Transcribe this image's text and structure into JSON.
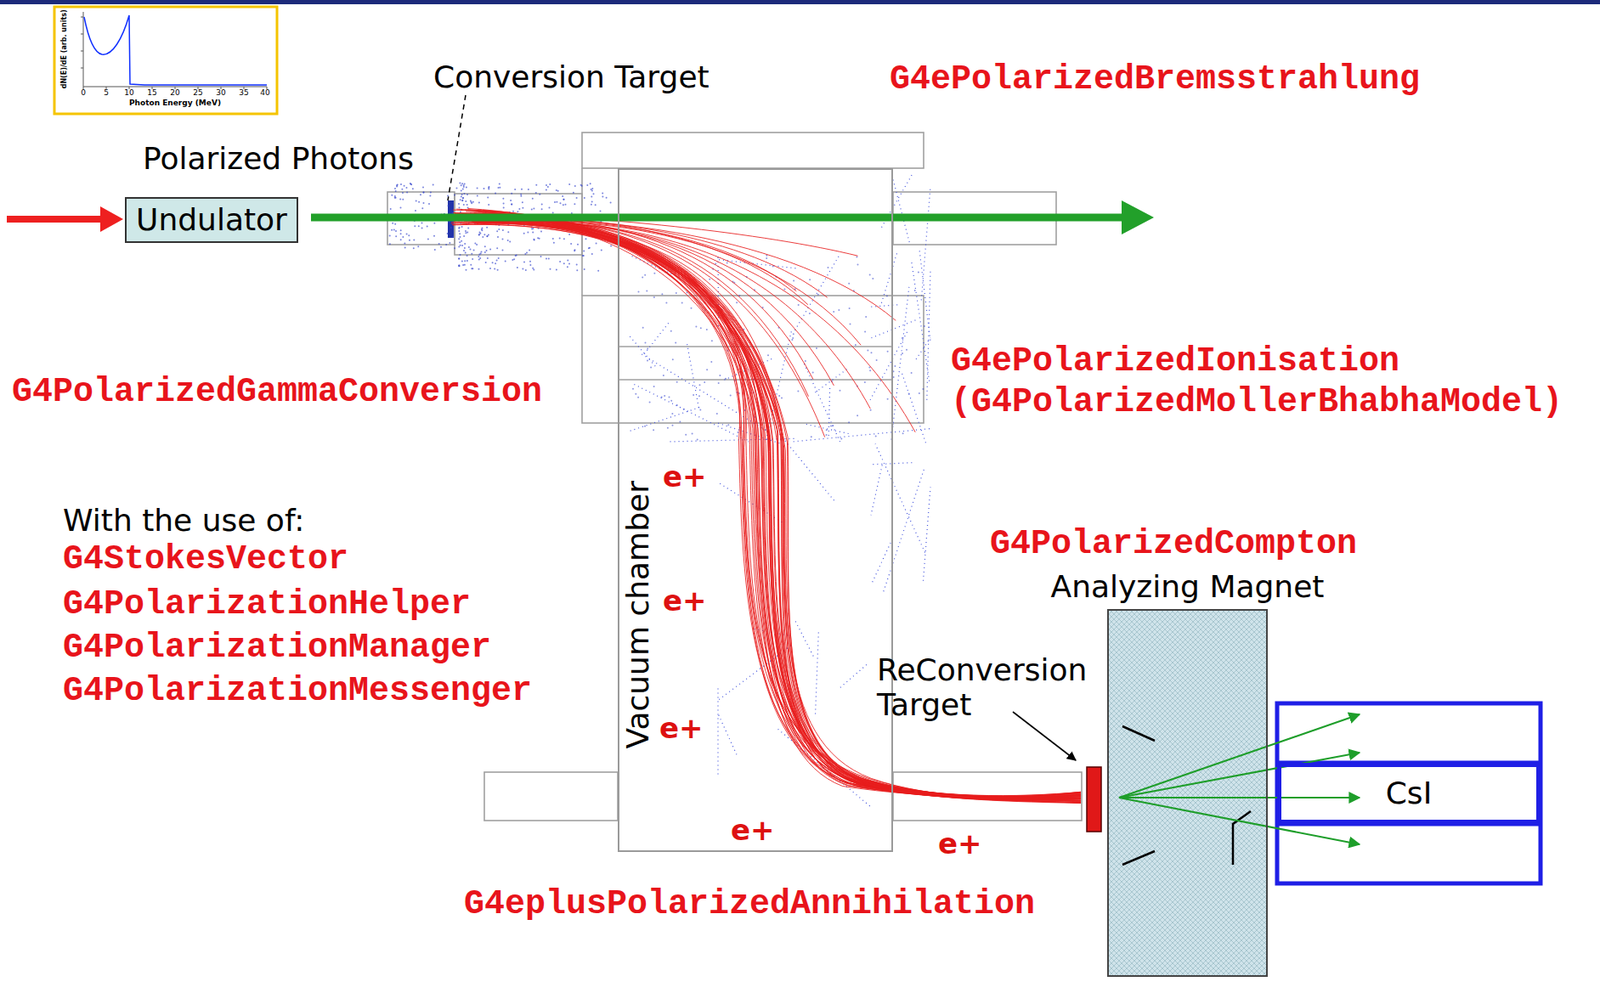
{
  "diagram": {
    "nodes": [
      {
        "text": [
          "Undulator"
        ]
      },
      {
        "text": [
          "Vacuum chamber"
        ]
      },
      {
        "text": [
          "Analyzing Magnet"
        ]
      },
      {
        "text": [
          "CsI"
        ]
      }
    ],
    "labels": [
      "dN(E)/dE (arb. units)",
      "0",
      "5",
      "10",
      "15",
      "20",
      "25",
      "30",
      "35",
      "40",
      "Photon Energy (MeV)",
      "Conversion Target",
      "Polarized Photons",
      "G4ePolarizedBremsstrahlung",
      "G4PolarizedGammaConversion",
      "G4ePolarizedIonisation",
      "(G4PolarizedMollerBhabhaModel)",
      "With the use of:",
      "G4StokesVector",
      "G4PolarizationHelper",
      "G4PolarizationManager",
      "G4PolarizationMessenger",
      "e+",
      "e+",
      "e+",
      "e+",
      "e+",
      "G4PolarizedCompton",
      "ReConversion Target",
      "G4eplusPolarizedAnnihilation"
    ]
  }
}
